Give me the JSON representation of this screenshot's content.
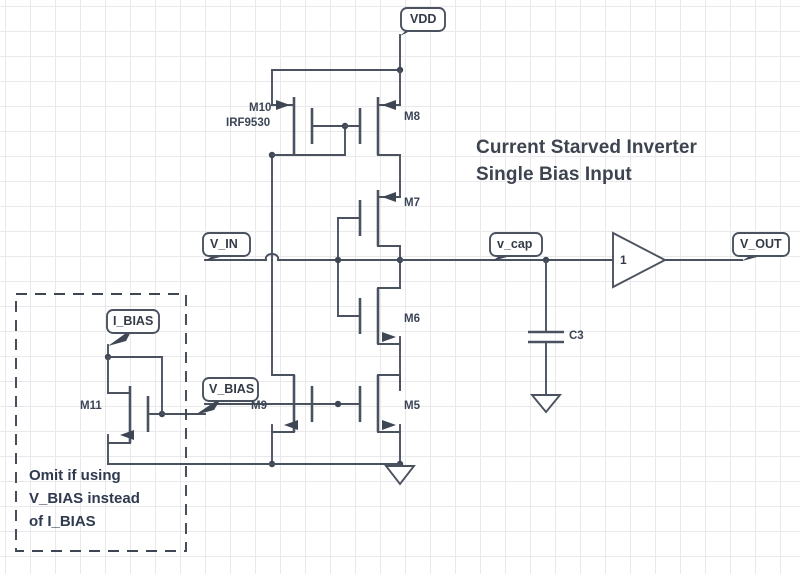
{
  "diagram": {
    "title_line1": "Current Starved Inverter",
    "title_line2": "Single Bias Input",
    "note_line1": "Omit if using",
    "note_line2": "V_BIAS instead",
    "note_line3": "of I_BIAS",
    "colors": {
      "wire": "#4a5260",
      "grid": "#e9e9ec",
      "background": "#ffffff",
      "label_text": "#343b47",
      "title_text": "#3d4450",
      "note_text": "#2f3a4f",
      "device_text": "#3c4556",
      "flag_fill": "#ffffff"
    }
  },
  "flags": {
    "vdd": "VDD",
    "v_in": "V_IN",
    "v_cap": "v_cap",
    "v_out": "V_OUT",
    "i_bias": "I_BIAS",
    "v_bias": "V_BIAS"
  },
  "devices": {
    "m10_name": "M10",
    "m10_part": "IRF9530",
    "m8": "M8",
    "m7": "M7",
    "m6": "M6",
    "m5": "M5",
    "m9": "M9",
    "m11": "M11",
    "c3": "C3",
    "buffer_gain": "1"
  }
}
